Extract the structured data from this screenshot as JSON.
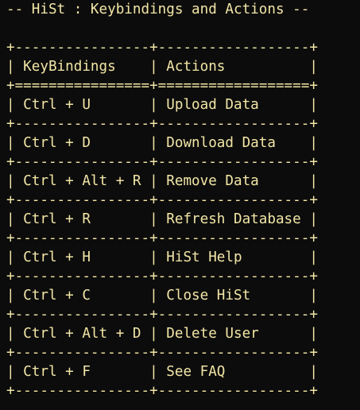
{
  "terminal": {
    "title": "-- HiSt : Keybindings and Actions --",
    "rows": [
      "",
      "+----------------+------------------+",
      "| KeyBindings    | Actions          |",
      "+================+==================+",
      "| Ctrl + U       | Upload Data      |",
      "+----------------+------------------+",
      "| Ctrl + D       | Download Data    |",
      "+----------------+------------------+",
      "| Ctrl + Alt + R | Remove Data      |",
      "+----------------+------------------+",
      "| Ctrl + R       | Refresh Database |",
      "+----------------+------------------+",
      "| Ctrl + H       | HiSt Help        |",
      "+----------------+------------------+",
      "| Ctrl + C       | Close HiSt       |",
      "+----------------+------------------+",
      "| Ctrl + Alt + D | Delete User      |",
      "+----------------+------------------+",
      "| Ctrl + F       | See FAQ          |",
      "+----------------+------------------+"
    ]
  }
}
